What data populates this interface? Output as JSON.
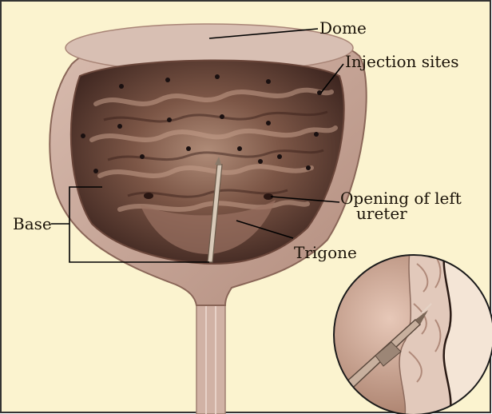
{
  "labels": {
    "dome": "Dome",
    "injection_sites": "Injection sites",
    "opening_line1": "Opening of left",
    "opening_line2": "ureter",
    "base": "Base",
    "trigone": "Trigone"
  },
  "colors": {
    "background": "#fbf3cf",
    "wall": "#c9a898",
    "wall_dark": "#7a5246",
    "interior": "#5a3a30",
    "interior_light": "#a37f6d",
    "injection_dot": "#1a1010",
    "line": "#000000"
  }
}
